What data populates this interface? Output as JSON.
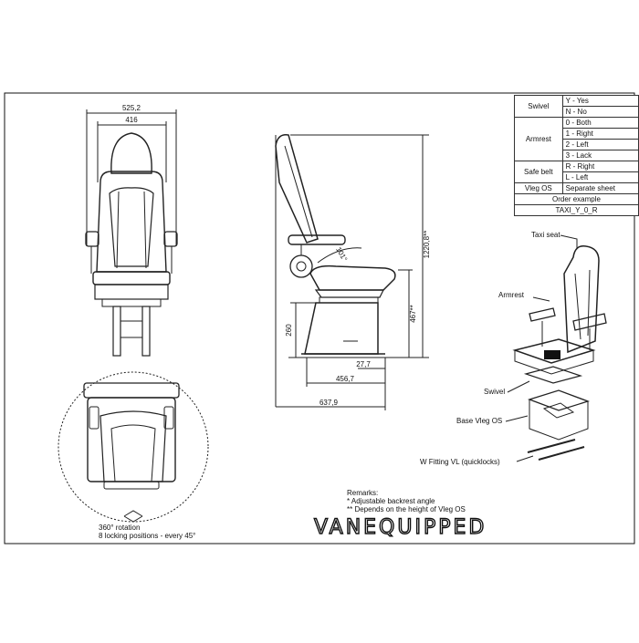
{
  "dims": {
    "w_overall": "525,2",
    "w_inner": "416",
    "h_total": "1220,8**",
    "h_mid": "467**",
    "h_base": "260",
    "angle": "101°",
    "d_27": "27,7",
    "d_456": "456,7",
    "d_637": "637,9"
  },
  "options_table": {
    "rows": [
      {
        "key": "Swivel",
        "values": [
          "Y - Yes",
          "N - No"
        ]
      },
      {
        "key": "Armrest",
        "values": [
          "0 - Both",
          "1 - Right",
          "2 - Left",
          "3 - Lack"
        ]
      },
      {
        "key": "Safe belt",
        "values": [
          "R - Right",
          "L - Left"
        ]
      },
      {
        "key": "Vleg OS",
        "values": [
          "Separate sheet"
        ]
      }
    ],
    "order_label": "Order example",
    "order_value": "TAXI_Y_0_R"
  },
  "callouts": {
    "taxi_seat": "Taxi seat",
    "armrest": "Armrest",
    "swivel": "Swivel",
    "base": "Base Vleg OS",
    "fitting": "W Fitting VL (quicklocks)"
  },
  "remarks": {
    "title": "Remarks:",
    "line1": "* Adjustable backrest angle",
    "line2": "** Depends on the height of Vleg OS"
  },
  "rotation": {
    "line1": "360° rotation",
    "line2": "8 locking positions - every 45°"
  },
  "brand": "VANEQUIPPED"
}
